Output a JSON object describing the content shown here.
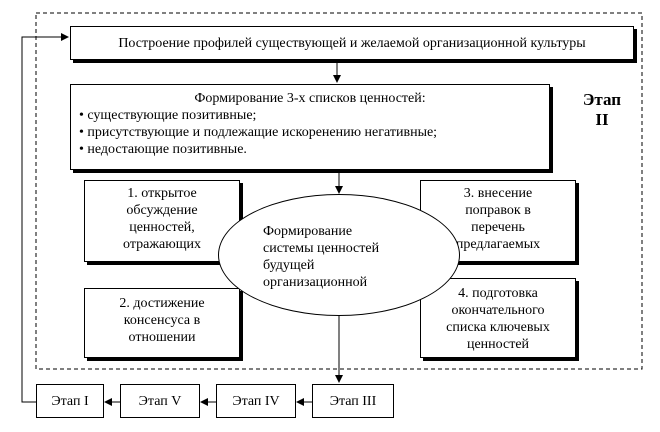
{
  "diagram": {
    "top_box": "Построение профилей существующей и желаемой организационной культуры",
    "lists_box": {
      "title": "Формирование 3-х списков ценностей:",
      "items": [
        "• существующие позитивные;",
        "• присутствующие и подлежащие искоренению негативные;",
        "• недостающие позитивные."
      ]
    },
    "stage_label": [
      "Этап",
      "II"
    ],
    "ellipse": [
      "Формирование",
      "системы ценностей",
      "будущей",
      "организационной"
    ],
    "step1": [
      "1. открытое",
      "обсуждение",
      "ценностей,",
      "отражающих"
    ],
    "step2": [
      "2. достижение",
      "консенсуса в",
      "отношении"
    ],
    "step3": [
      "3. внесение",
      "поправок в",
      "перечень",
      "предлагаемых"
    ],
    "step4": [
      "4. подготовка",
      "окончательного",
      "списка ключевых",
      "ценностей"
    ],
    "stages": [
      "Этап I",
      "Этап V",
      "Этап IV",
      "Этап III"
    ]
  }
}
